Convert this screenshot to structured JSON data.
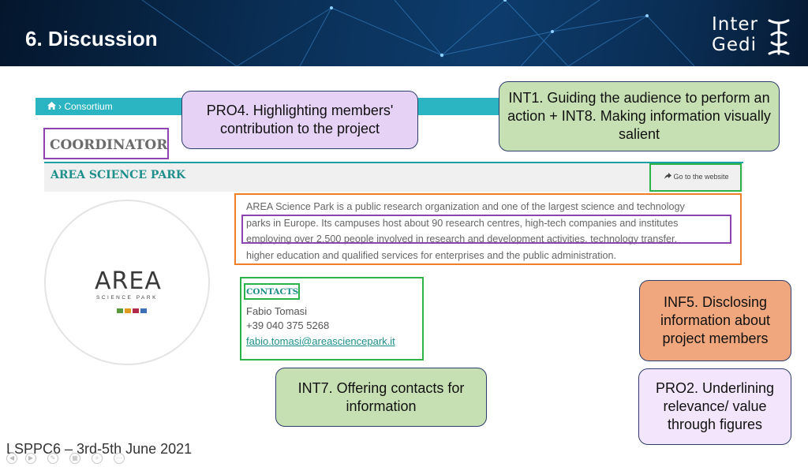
{
  "slide": {
    "title": "6. Discussion",
    "logo": {
      "line1": "Inter",
      "line2": "Gedi",
      "icon": "intergedi-glyph-icon"
    },
    "footer": "LSPPC6 – 3rd-5th June 2021"
  },
  "website": {
    "breadcrumb": {
      "icon": "home-icon",
      "separator": "›",
      "label": "Consortium"
    },
    "section_heading": "COORDINATOR",
    "org_name": "AREA SCIENCE PARK",
    "go_website": "Go to the website",
    "logo": {
      "word": "AREA",
      "sub": "SCIENCE PARK",
      "squares": [
        "#5a9a3c",
        "#e09a1d",
        "#b12b4a",
        "#3d6fb3"
      ]
    },
    "description": {
      "line1": "AREA Science Park is a public research organization and one of the largest science and technology",
      "line2": "parks in Europe. Its campuses host about 90 research centres, high-tech companies and institutes",
      "line3": "employing over 2.500 people involved in research and development activities, technology transfer,",
      "line4": "higher education and qualified services for enterprises and the public administration."
    },
    "contacts": {
      "heading": "CONTACTS",
      "name": "Fabio Tomasi",
      "phone": "+39 040 375 5268",
      "email": "fabio.tomasi@areasciencepark.it"
    }
  },
  "callouts": {
    "pro4": "PRO4. Highlighting members' contribution to the project",
    "int1": "INT1. Guiding the audience to perform an action + INT8. Making information visually salient",
    "inf5": "INF5. Disclosing information about project members",
    "int7": "INT7. Offering contacts for information",
    "pro2": "PRO2. Underlining relevance/ value through figures"
  },
  "colors": {
    "teal": "#2bb5c2",
    "annotation_purple": "#8e44b0",
    "annotation_green": "#2bb34a",
    "annotation_orange": "#f07f2a"
  }
}
